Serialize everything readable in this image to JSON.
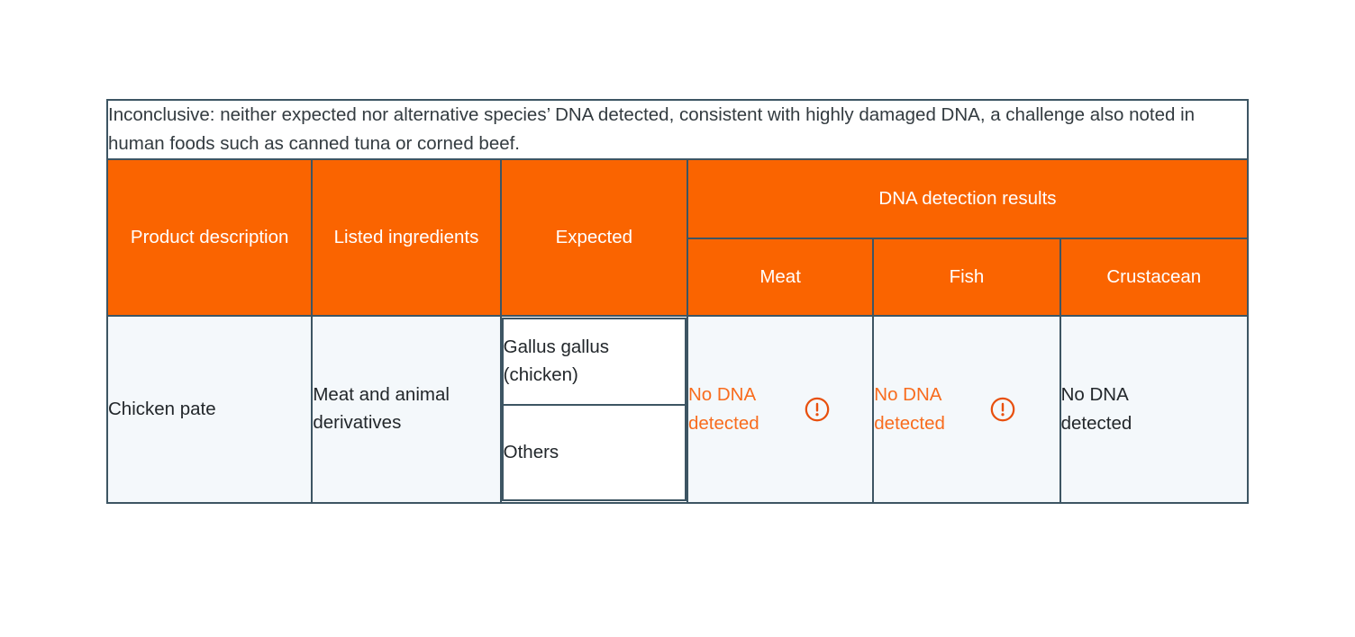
{
  "note": {
    "text": "Inconclusive: neither expected nor alternative species’ DNA detected, consistent with highly damaged DNA, a challenge also noted in human foods such as canned tuna or corned beef."
  },
  "colors": {
    "header_background": "#FA6400",
    "header_text": "#FFFFFF",
    "cell_background": "#F4F8FB",
    "border": "#3D5563",
    "alert_text": "#F86C1E",
    "body_text": "#22272B",
    "note_background": "#FFFFFF"
  },
  "table": {
    "headers": {
      "product_description": "Product description",
      "listed_ingredients": "Listed ingredients",
      "expected": "Expected",
      "dna_group": "DNA detection results",
      "meat": "Meat",
      "fish": "Fish",
      "crustacean": "Crustacean"
    },
    "rows": [
      {
        "product_description": "Chicken pate",
        "listed_ingredients": "Meat and animal derivatives",
        "expected": {
          "primary": "Gallus gallus (chicken)",
          "secondary": "Others"
        },
        "results": {
          "meat": {
            "text": "No DNA detected",
            "alert": true,
            "icon": "alert-circle-icon"
          },
          "fish": {
            "text": "No DNA detected",
            "alert": true,
            "icon": "alert-circle-icon"
          },
          "crustacean": {
            "text": "No DNA detected",
            "alert": false,
            "icon": null
          }
        }
      }
    ]
  }
}
